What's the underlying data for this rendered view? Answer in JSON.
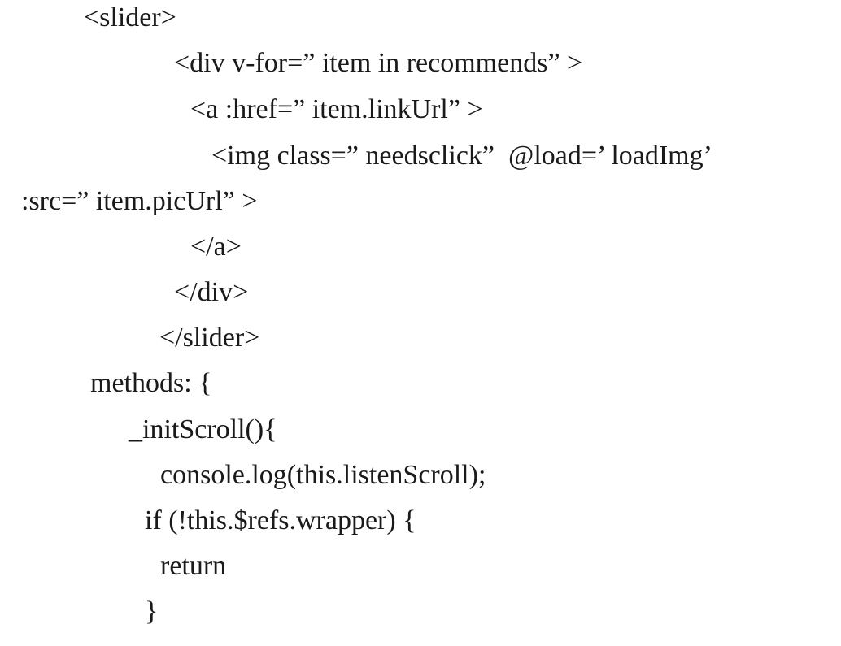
{
  "code_lines": [
    "<slider>",
    "<div v-for=” item in recommends” >",
    "<a :href=” item.linkUrl” >",
    "<img class=” needsclick”  @load=’ loadImg’",
    ":src=” item.picUrl” >",
    "</a>",
    "</div>",
    "</slider>",
    "methods: {",
    "_initScroll(){",
    "console.log(this.listenScroll);",
    "if (!this.$refs.wrapper) {",
    "return",
    "}"
  ]
}
